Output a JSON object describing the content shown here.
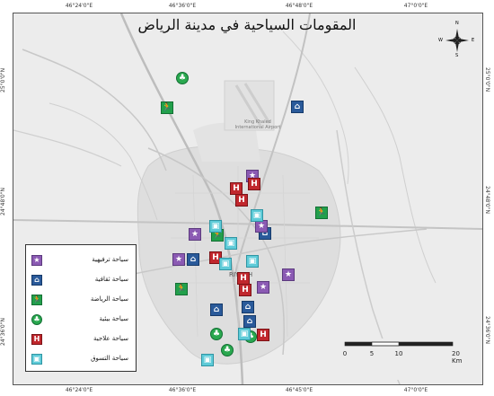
{
  "title": "المقومات السياحية في مدينة الرياض",
  "top_ticks": [
    "46°24'0\"E",
    "46°36'0\"E",
    "46°48'0\"E",
    "47°0'0\"E"
  ],
  "bottom_ticks": [
    "46°24'0\"E",
    "46°36'0\"E",
    "46°45'0\"E",
    "47°0'0\"E"
  ],
  "left_ticks": [
    "25°0'0\"N",
    "24°48'0\"N",
    "24°36'0\"N"
  ],
  "right_ticks": [
    "25°0'0\"N",
    "24°48'0\"N",
    "24°36'0\"N"
  ],
  "place_labels": {
    "riyadh": "RIYADH",
    "airport": "King Khaled International Airport"
  },
  "compass": {
    "n": "N",
    "e": "E",
    "s": "S",
    "w": "W"
  },
  "legend": [
    {
      "type": "entertainment",
      "label": "سياحة ترفيهية",
      "color": "#8b5ab3"
    },
    {
      "type": "cultural",
      "label": "سياحة ثقافية",
      "color": "#2a5a9a"
    },
    {
      "type": "sports",
      "label": "سياحة الرياضة",
      "color": "#22a04b"
    },
    {
      "type": "environmental",
      "label": "سياحة بيئية",
      "color": "#2aa84f"
    },
    {
      "type": "medical",
      "label": "سياحة علاجية",
      "color": "#c0272d",
      "glyph": "H"
    },
    {
      "type": "shopping",
      "label": "سياحة التسوق",
      "color": "#5ecbd8"
    }
  ],
  "scale_bar": {
    "labels": [
      "0",
      "5",
      "10",
      "20 Km"
    ]
  }
}
